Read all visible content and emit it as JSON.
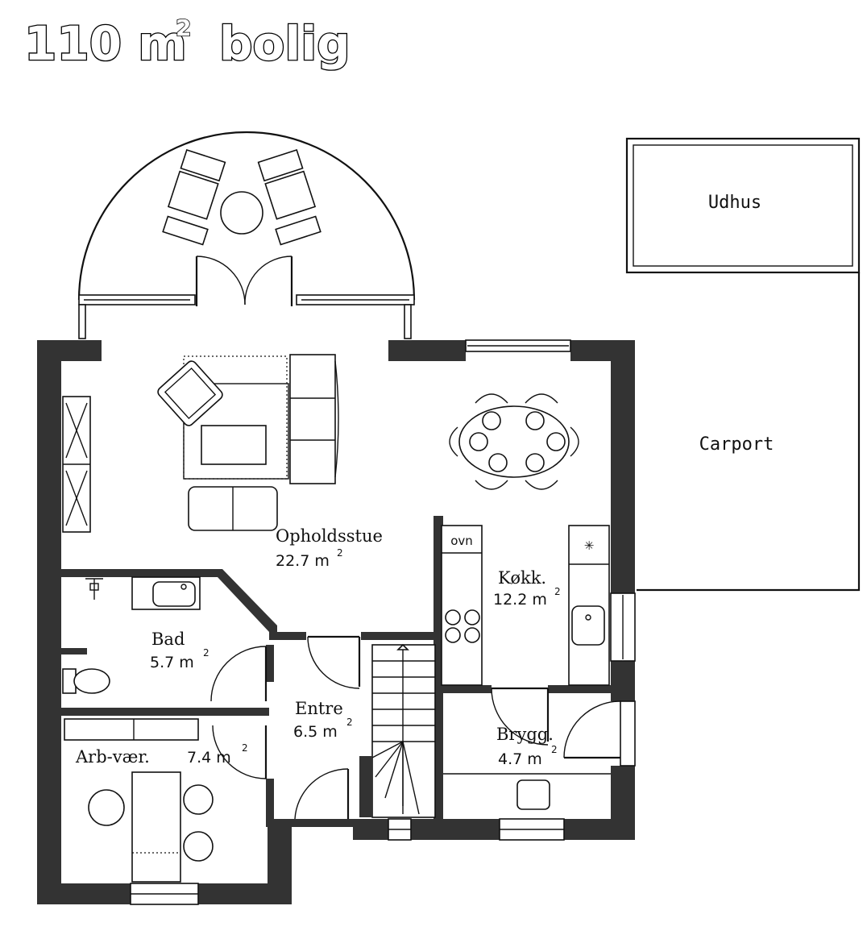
{
  "title": {
    "main": "110 m",
    "superscript": "2",
    "suffix": "bolig"
  },
  "rooms": {
    "opholdsstue": {
      "name": "Opholdsstue",
      "area": "22.7 m",
      "sup": "2"
    },
    "kokken": {
      "name": "Køkk.",
      "area": "12.2 m",
      "sup": "2"
    },
    "bad": {
      "name": "Bad",
      "area": "5.7 m",
      "sup": "2"
    },
    "entre": {
      "name": "Entre",
      "area": "6.5 m",
      "sup": "2"
    },
    "arbvaer": {
      "name": "Arb-vær.",
      "area": "7.4 m",
      "sup": "2"
    },
    "brygg": {
      "name": "Brygg.",
      "area": "4.7 m",
      "sup": "2"
    }
  },
  "outbuildings": {
    "udhus": "Udhus",
    "carport": "Carport"
  },
  "appliances": {
    "oven": "ovn"
  },
  "colors": {
    "wall": "#333333",
    "line": "#111111",
    "background": "#ffffff"
  }
}
